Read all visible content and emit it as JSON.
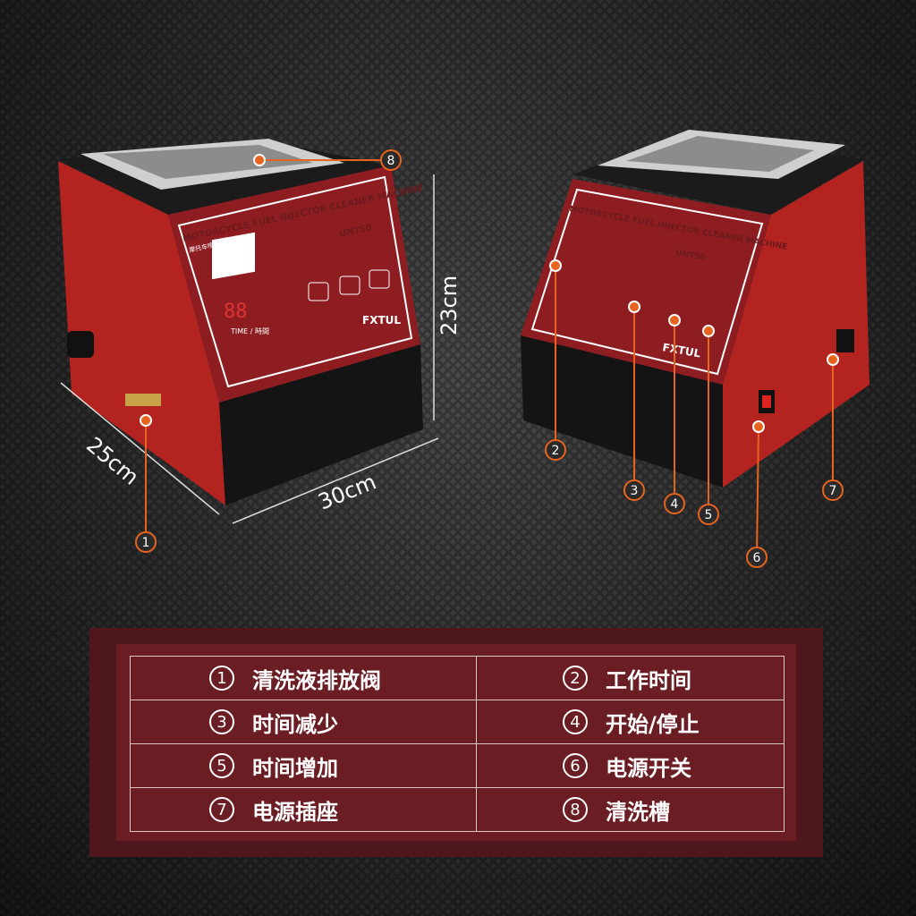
{
  "machine": {
    "title": "MOTORCYCLE FUEL INJECTOR CLEANER MACHINE",
    "subtitle": "摩托车喷油嘴清洗機",
    "model": "UNT50",
    "time_label": "TIME / 時間",
    "brand": "FXTUL",
    "display": "88"
  },
  "dimensions": {
    "depth": "25cm",
    "width": "30cm",
    "height": "23cm"
  },
  "callouts": [
    "1",
    "2",
    "3",
    "4",
    "5",
    "6",
    "7",
    "8"
  ],
  "legend": [
    {
      "num": "①",
      "label": "清洗液排放阀"
    },
    {
      "num": "②",
      "label": "工作时间"
    },
    {
      "num": "③",
      "label": "时间减少"
    },
    {
      "num": "④",
      "label": "开始/停止"
    },
    {
      "num": "⑤",
      "label": "时间增加"
    },
    {
      "num": "⑥",
      "label": "电源开关"
    },
    {
      "num": "⑦",
      "label": "电源插座"
    },
    {
      "num": "⑧",
      "label": "清洗槽"
    }
  ],
  "colors": {
    "accent": "#e8641e",
    "body_red": "#b3231f",
    "panel": "#7d1a20"
  }
}
